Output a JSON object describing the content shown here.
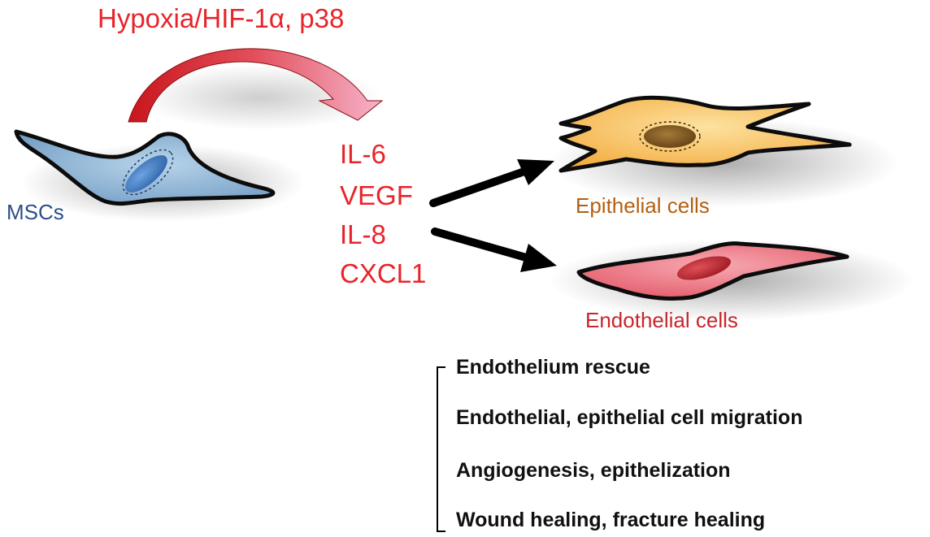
{
  "stimulus": {
    "label": "Hypoxia/HIF-1α, p38",
    "color": "#e8242a"
  },
  "source_cell": {
    "label": "MSCs",
    "label_color": "#2b4f87",
    "body_color": "#8fb6d6",
    "nucleus_color": "#3f78c2"
  },
  "secreted_factors": {
    "color": "#e8242a",
    "items": [
      "IL-6",
      "VEGF",
      "IL-8",
      "CXCL1"
    ]
  },
  "targets": {
    "epithelial": {
      "label": "Epithelial cells",
      "label_color": "#b35f12",
      "body_color": "#f6c05a",
      "nucleus_color": "#7a5520"
    },
    "endothelial": {
      "label": "Endothelial cells",
      "label_color": "#c7262c",
      "body_color": "#ee7a86",
      "nucleus_color": "#b4222b"
    }
  },
  "outcomes": {
    "color": "#111111",
    "items": [
      "Endothelium rescue",
      "Endothelial, epithelial cell migration",
      "Angiogenesis, epithelization",
      "Wound healing, fracture healing"
    ]
  }
}
